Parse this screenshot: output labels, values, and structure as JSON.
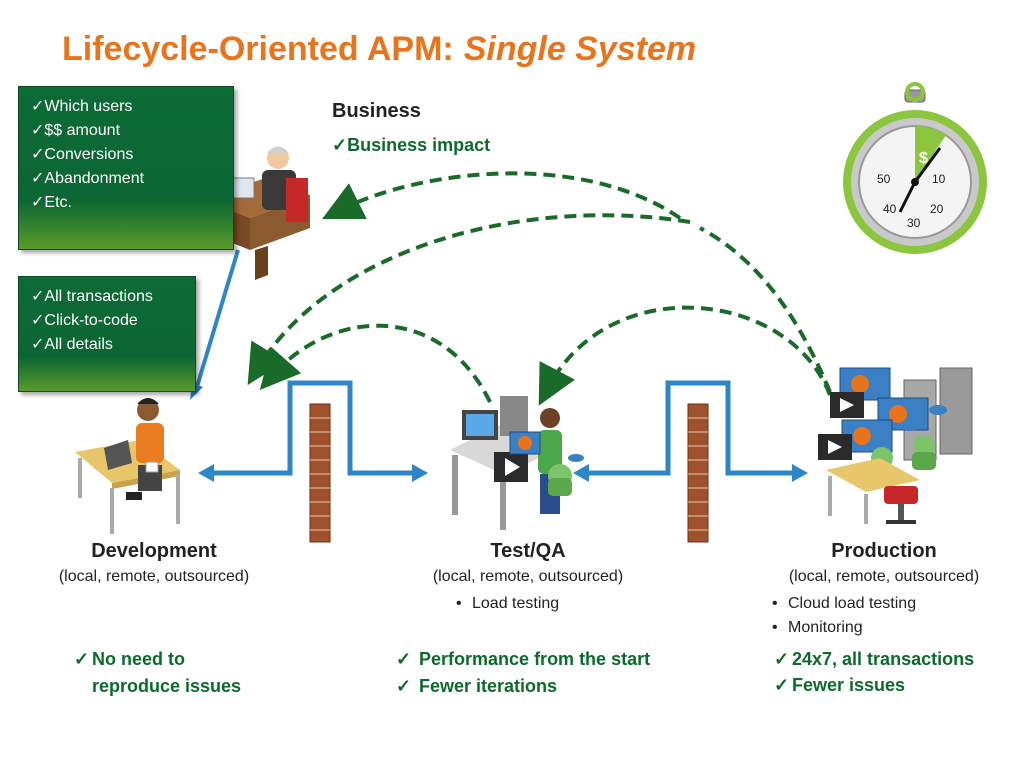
{
  "title": {
    "main": "Lifecycle-Oriented APM:",
    "emphasis": "Single System"
  },
  "business_box": {
    "items": [
      "Which users",
      "$$ amount",
      "Conversions",
      "Abandonment",
      "Etc."
    ]
  },
  "dev_box": {
    "items": [
      "All transactions",
      "Click-to-code",
      "All details"
    ]
  },
  "business": {
    "heading": "Business",
    "impact": "Business impact"
  },
  "stopwatch": {
    "labels": [
      "50",
      "10",
      "40",
      "20",
      "30"
    ],
    "symbol": "$"
  },
  "stages": {
    "development": {
      "title": "Development",
      "subtitle": "(local, remote, outsourced)",
      "bullets": [],
      "benefits": [
        "No need to",
        "reproduce issues"
      ]
    },
    "testqa": {
      "title": "Test/QA",
      "subtitle": "(local, remote, outsourced)",
      "bullets": [
        "Load testing"
      ],
      "benefits": [
        "Performance from the start",
        "Fewer iterations"
      ]
    },
    "production": {
      "title": "Production",
      "subtitle": "(local, remote, outsourced)",
      "bullets": [
        "Cloud load testing",
        "Monitoring"
      ],
      "benefits": [
        "24x7, all transactions",
        "Fewer issues"
      ]
    }
  },
  "colors": {
    "title": "#e8741e",
    "green_text": "#0c6a2c",
    "box_green": "#0d6b36",
    "arrow_blue": "#2e86c8",
    "dashed_green": "#1a6a2a",
    "wall_brick": "#a0522d"
  }
}
